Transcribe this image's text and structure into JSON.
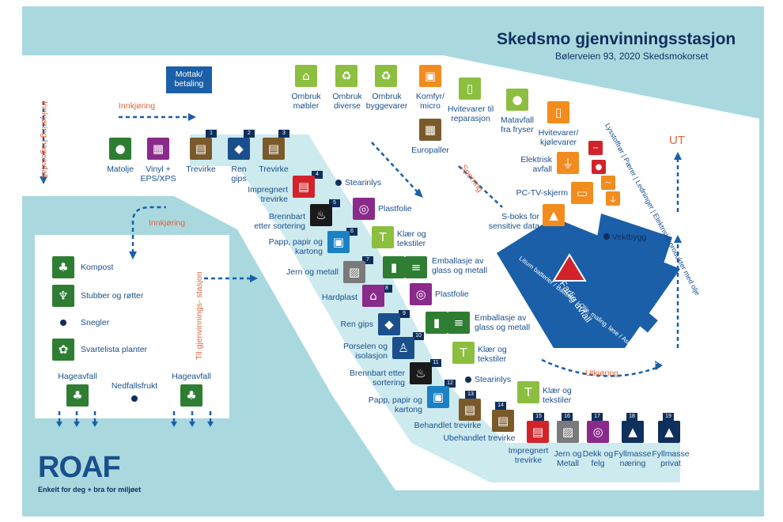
{
  "title": "Skedsmo gjenvinningsstasjon",
  "subtitle": "Bølerveien 93, 2020 Skedsmokorset",
  "logo": {
    "text": "ROAF",
    "tagline": "Enkelt for deg + bra for miljøet"
  },
  "colors": {
    "water": "#a9d9df",
    "road": "#cdeaef",
    "blue": "#1a5fa8",
    "navy": "#0f2f5c",
    "orange": "#e2643d",
    "green": "#2e7d32",
    "brown": "#7a5a2b",
    "red": "#d2232a",
    "purple": "#8a2a8a",
    "lime": "#8cbf3f",
    "grey": "#7a7a7a"
  },
  "directions": {
    "innkjoring_top": "Innkjøring",
    "innkjoring_left": "Innkjøring",
    "innkjoring_hageavfall": "Innkjøring hageavfall",
    "til_gjenvinningsstasjon": "Til gjenvinnings- stasjon",
    "ut": "UT",
    "utkjoring": "Utkjøring",
    "sperring": "Sperring",
    "vektbygg": "Vektbygg"
  },
  "mottak": "Mottak/ betaling",
  "top_row": [
    {
      "label": "Ombruk møbler",
      "icon": "sofa-icon",
      "color": "#8cbf3f"
    },
    {
      "label": "Ombruk diverse",
      "icon": "recycle-icon",
      "color": "#8cbf3f"
    },
    {
      "label": "Ombruk byggevarer",
      "icon": "recycle-icon",
      "color": "#8cbf3f"
    },
    {
      "label": "Komfyr/ micro",
      "icon": "stove-icon",
      "color": "#f28c1e"
    },
    {
      "label": "Hvitevarer til reparasjon",
      "icon": "fridge-icon",
      "color": "#8cbf3f"
    },
    {
      "label": "Europaller",
      "icon": "pallet-icon",
      "color": "#7a5a2b"
    },
    {
      "label": "Matavfall fra fryser",
      "icon": "apple-icon",
      "color": "#8cbf3f"
    },
    {
      "label": "Hvitevarer/ kjølevarer",
      "icon": "fridge-icon",
      "color": "#f28c1e"
    }
  ],
  "left_row": [
    {
      "label": "Matolje",
      "icon": "drop-icon",
      "color": "#2e7d32"
    },
    {
      "label": "Vinyl + EPS/XPS",
      "icon": "foam-icon",
      "color": "#8a2a8a"
    },
    {
      "label": "Trevirke",
      "icon": "wood-icon",
      "color": "#7a5a2b",
      "num": "1"
    },
    {
      "label": "Ren gips",
      "icon": "gips-icon",
      "color": "#1a4f8c",
      "num": "2"
    },
    {
      "label": "Trevirke",
      "icon": "wood-icon",
      "color": "#7a5a2b",
      "num": "3"
    }
  ],
  "center": [
    {
      "label": "Impregnert trevirke",
      "num": "4"
    },
    {
      "label": "Stearinlys"
    },
    {
      "label": "Brennbart etter sortering",
      "num": "5"
    },
    {
      "label": "Plastfolie"
    },
    {
      "label": "Papp, papir og kartong",
      "num": "6"
    },
    {
      "label": "Klær og tekstiler"
    },
    {
      "label": "Jern og metall",
      "num": "7"
    },
    {
      "label": "Emballasje av glass og metall"
    },
    {
      "label": "Hardplast",
      "num": "8"
    },
    {
      "label": "Plastfolie"
    },
    {
      "label": "Ren gips",
      "num": "9"
    },
    {
      "label": "Emballasje av glass og metall"
    },
    {
      "label": "Porselen og isolasjon",
      "num": "10"
    },
    {
      "label": "Klær og tekstiler"
    },
    {
      "label": "Brennbart etter sortering",
      "num": "11"
    },
    {
      "label": "Stearinlys"
    },
    {
      "label": "Papp, papir og kartong",
      "num": "12"
    },
    {
      "label": "Klær og tekstiler"
    },
    {
      "label": "Behandlet trevirke",
      "num": "13"
    },
    {
      "label": "Ubehandlet trevirke",
      "num": "14"
    }
  ],
  "bottom_row": [
    {
      "label": "Impregnert trevirke",
      "num": "15"
    },
    {
      "label": "Jern og Metall",
      "num": "16"
    },
    {
      "label": "Dekk og felg",
      "num": "17"
    },
    {
      "label": "Fyllmasse næring",
      "num": "18"
    },
    {
      "label": "Fyllmasse privat",
      "num": "19"
    }
  ],
  "right_col": [
    {
      "label": "Elektrisk avfall"
    },
    {
      "label": "PC-TV-skjerm"
    },
    {
      "label": "S-boks for sensitive data"
    }
  ],
  "right_vertical": "Lysstoffrør | Pærer | Ledninger | Elektriske produkter med olje",
  "farlig_avfall": "Farlig avfall",
  "farlig_sub": "Litium batterier / Batterier / Olje, maling, løse / Asbest / Isoluer",
  "garden": {
    "kompost": "Kompost",
    "stubber": "Stubber og røtter",
    "snegler": "Snegler",
    "svartelista": "Svartelista planter",
    "hageavfall_left": "Hageavfall",
    "nedfallsfrukt": "Nedfallsfrukt",
    "hageavfall_right": "Hageavfall"
  }
}
